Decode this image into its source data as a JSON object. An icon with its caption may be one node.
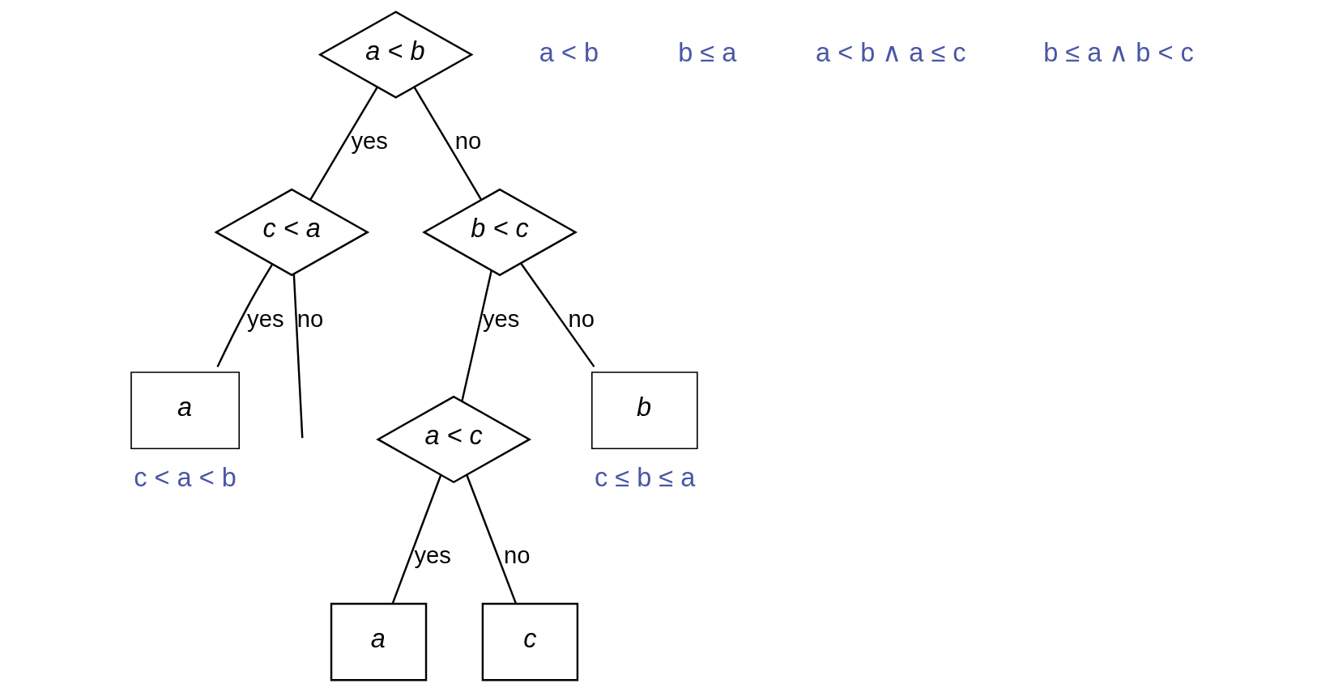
{
  "diagram": {
    "nodes": [
      {
        "text": [
          "a < b"
        ]
      },
      {
        "text": [
          "c < a"
        ]
      },
      {
        "text": [
          "b < c"
        ]
      },
      {
        "text": [
          "a"
        ],
        "beside": [
          "c < a < b"
        ]
      },
      {
        "text": [
          "a < c"
        ]
      },
      {
        "text": [
          "b"
        ],
        "beside": [
          "c ≤ b ≤ a"
        ]
      },
      {
        "text": [
          "a"
        ]
      },
      {
        "text": [
          "c"
        ]
      }
    ],
    "edges": [
      {
        "from": 0,
        "to": 1,
        "arrow": "none",
        "label": "yes"
      },
      {
        "from": 0,
        "to": 2,
        "arrow": "none",
        "label": "no"
      },
      {
        "from": 1,
        "to": 3,
        "arrow": "none",
        "label": "yes"
      },
      {
        "from": 1,
        "to": null,
        "arrow": "none",
        "label": "no"
      },
      {
        "from": 2,
        "to": 4,
        "arrow": "none",
        "label": "yes"
      },
      {
        "from": 2,
        "to": 5,
        "arrow": "none",
        "label": "no"
      },
      {
        "from": 4,
        "to": 6,
        "arrow": "none",
        "label": "yes"
      },
      {
        "from": 4,
        "to": 7,
        "arrow": "none",
        "label": "no"
      }
    ],
    "labels": [
      "a < b",
      "b ≤ a",
      "a < b ∧ a ≤ c",
      "b ≤ a ∧ b < c"
    ]
  }
}
